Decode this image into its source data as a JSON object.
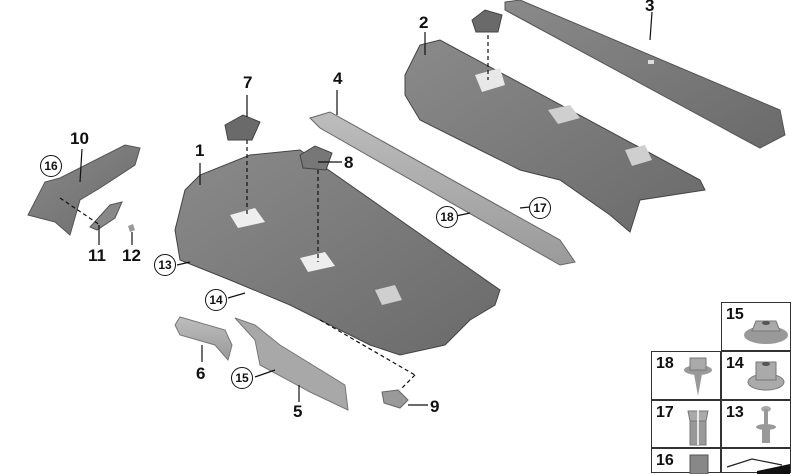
{
  "diagram": {
    "type": "exploded-parts-diagram",
    "subject": "Rear window shelf / parcel shelf trim assembly",
    "callouts": [
      {
        "id": "1",
        "label": "1",
        "circled": false
      },
      {
        "id": "2",
        "label": "2",
        "circled": false
      },
      {
        "id": "3",
        "label": "3",
        "circled": false
      },
      {
        "id": "4",
        "label": "4",
        "circled": false
      },
      {
        "id": "5",
        "label": "5",
        "circled": false
      },
      {
        "id": "6",
        "label": "6",
        "circled": false
      },
      {
        "id": "7",
        "label": "7",
        "circled": false
      },
      {
        "id": "8",
        "label": "8",
        "circled": false
      },
      {
        "id": "9",
        "label": "9",
        "circled": false
      },
      {
        "id": "10",
        "label": "10",
        "circled": false
      },
      {
        "id": "11",
        "label": "11",
        "circled": false
      },
      {
        "id": "12",
        "label": "12",
        "circled": false
      },
      {
        "id": "13",
        "label": "13",
        "circled": true
      },
      {
        "id": "14",
        "label": "14",
        "circled": true
      },
      {
        "id": "15",
        "label": "15",
        "circled": true
      },
      {
        "id": "16",
        "label": "16",
        "circled": true
      },
      {
        "id": "17",
        "label": "17",
        "circled": true
      },
      {
        "id": "18",
        "label": "18",
        "circled": true
      }
    ],
    "legend": {
      "cells": [
        {
          "label": "15",
          "part": "hex-flange-nut"
        },
        {
          "label": "18",
          "part": "hex-screw-with-collar"
        },
        {
          "label": "14",
          "part": "collar-nut"
        },
        {
          "label": "17",
          "part": "square-clip-nut"
        },
        {
          "label": "13",
          "part": "expanding-rivet"
        },
        {
          "label": "16",
          "part": "retaining-clip"
        },
        {
          "label": "",
          "part": "foam-pad"
        }
      ]
    }
  }
}
